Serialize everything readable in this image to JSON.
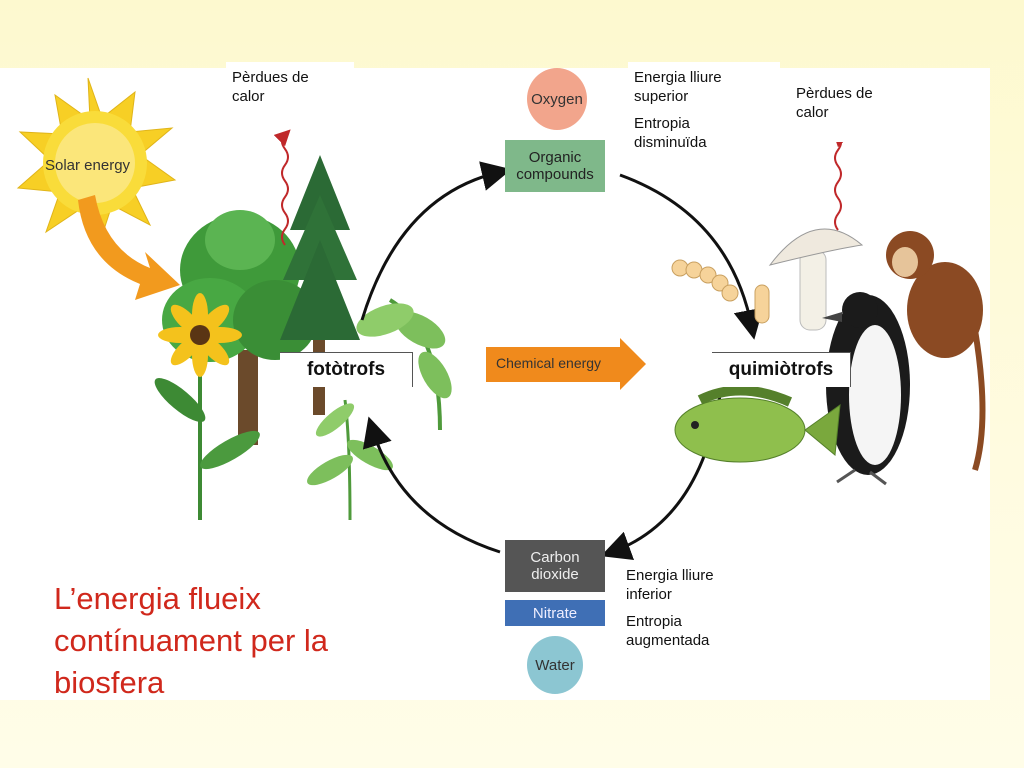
{
  "slide": {
    "headline": [
      "L’energia flueix",
      "contínuament per la",
      "biosfera"
    ]
  },
  "diagram": {
    "solar_energy": "Solar energy",
    "chemical_energy": "Chemical energy",
    "phototrophs": "fotòtrofs",
    "chemotrophs": "quimiòtrofs",
    "oxygen": "Oxygen",
    "organic_compounds": "Organic\ncompounds",
    "carbon_dioxide": "Carbon\ndioxide",
    "nitrate": "Nitrate",
    "water": "Water",
    "heat_loss_left": "Pèrdues de\ncalor",
    "heat_loss_right": "Pèrdues de\ncalor",
    "high_energy": "Energia lliure\nsuperior",
    "low_entropy": "Entropia\ndisminuïda",
    "low_energy": "Energia lliure\ninferior",
    "high_entropy": "Entropia\naugmentada"
  },
  "colors": {
    "sun": "#f7cf25",
    "solar_arrow": "#f29a1e",
    "chemical_arrow": "#f08a1c",
    "oxygen": "#f2a58c",
    "organic": "#7fb88a",
    "carbon": "#555555",
    "nitrate": "#3f6fb5",
    "water": "#8cc6d2",
    "headline": "#d0281c"
  }
}
